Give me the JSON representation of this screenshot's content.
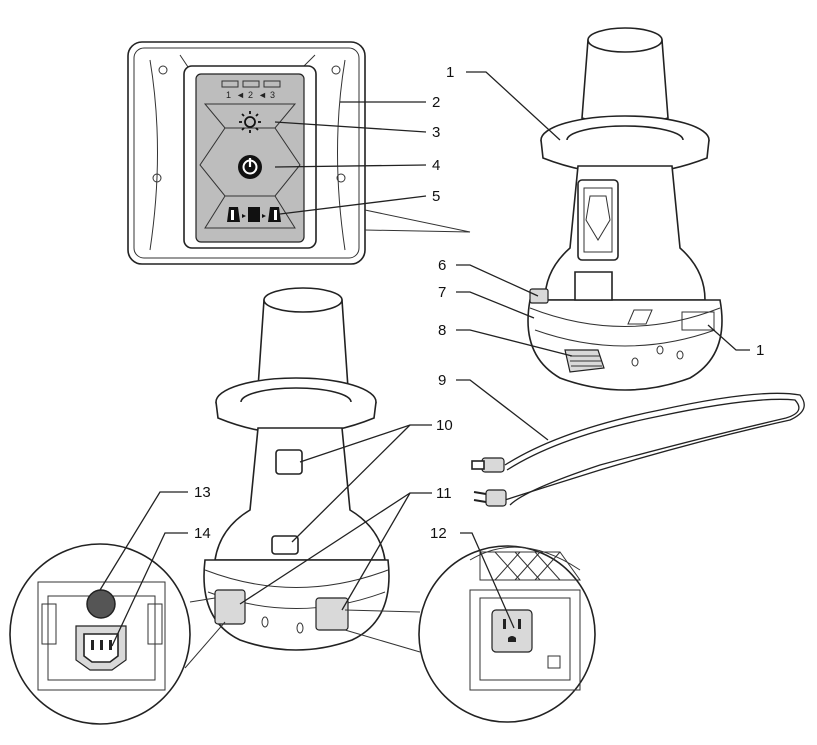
{
  "callouts": {
    "c1": "1",
    "c1b": "1",
    "c2": "2",
    "c3": "3",
    "c4": "4",
    "c5": "5",
    "c6": "6",
    "c7": "7",
    "c8": "8",
    "c9": "9",
    "c10": "10",
    "c11": "11",
    "c12": "12",
    "c13": "13",
    "c14": "14"
  },
  "panel": {
    "level1": "1",
    "arrow1": "◄",
    "level2": "2",
    "arrow2": "◄",
    "level3": "3"
  },
  "icons": {
    "brightness": "sun-icon",
    "power": "power-icon",
    "mode": "light-mode-icon"
  },
  "colors": {
    "panel_fill": "#bdbdbd",
    "detail_fill": "#d9d9d9",
    "line": "#222222"
  }
}
